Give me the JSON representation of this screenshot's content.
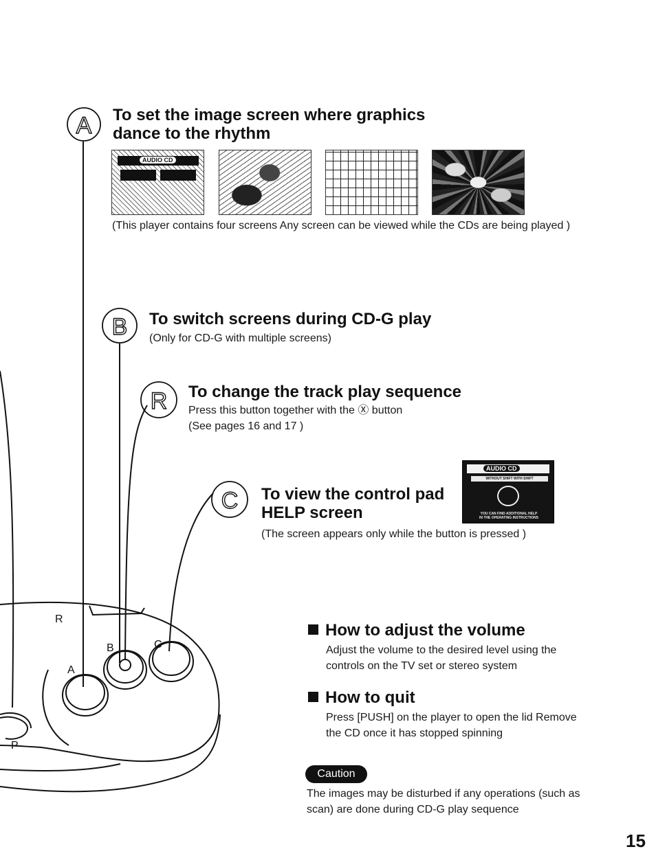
{
  "section_a": {
    "letter": "A",
    "title_line1": "To set the image screen where graphics",
    "title_line2": "dance to the rhythm",
    "caption": "(This player contains four screens  Any screen can be viewed while the CDs are being played )",
    "thumbnail_badge": "AUDIO CD"
  },
  "section_b": {
    "letter": "B",
    "title": "To switch screens during CD-G play",
    "desc": "(Only for CD-G with multiple screens)"
  },
  "section_r": {
    "letter": "R",
    "title": "To change the track play sequence",
    "desc_line1": "Press this button together with the Ⓧ button",
    "desc_line2": "(See pages 16 and 17 )"
  },
  "section_c": {
    "letter": "C",
    "title_line1": "To view the control pad",
    "title_line2": "HELP screen",
    "desc": "(The screen appears only while the button is pressed )",
    "help_badge": "AUDIO CD",
    "help_bar1": "WITHOUT SHIFT    WITH SHIFT",
    "help_footer1": "YOU CAN FIND ADDITIONAL HELP",
    "help_footer2": "IN THE OPERATING INSTRUCTIONS"
  },
  "controller": {
    "label_r": "R",
    "label_a": "A",
    "label_b": "B",
    "label_c": "C",
    "label_p": "P"
  },
  "volume": {
    "title": "How to adjust the volume",
    "line1": "Adjust the volume to the desired level using the",
    "line2": "controls on the TV set or stereo system"
  },
  "quit": {
    "title": "How to quit",
    "line1": "Press [PUSH] on the player to open the lid  Remove",
    "line2": "the CD once it has stopped spinning"
  },
  "caution": {
    "badge": "Caution",
    "line1": "The images may be disturbed if any operations (such as",
    "line2": "scan) are done during CD-G play sequence"
  },
  "page_number": "15"
}
